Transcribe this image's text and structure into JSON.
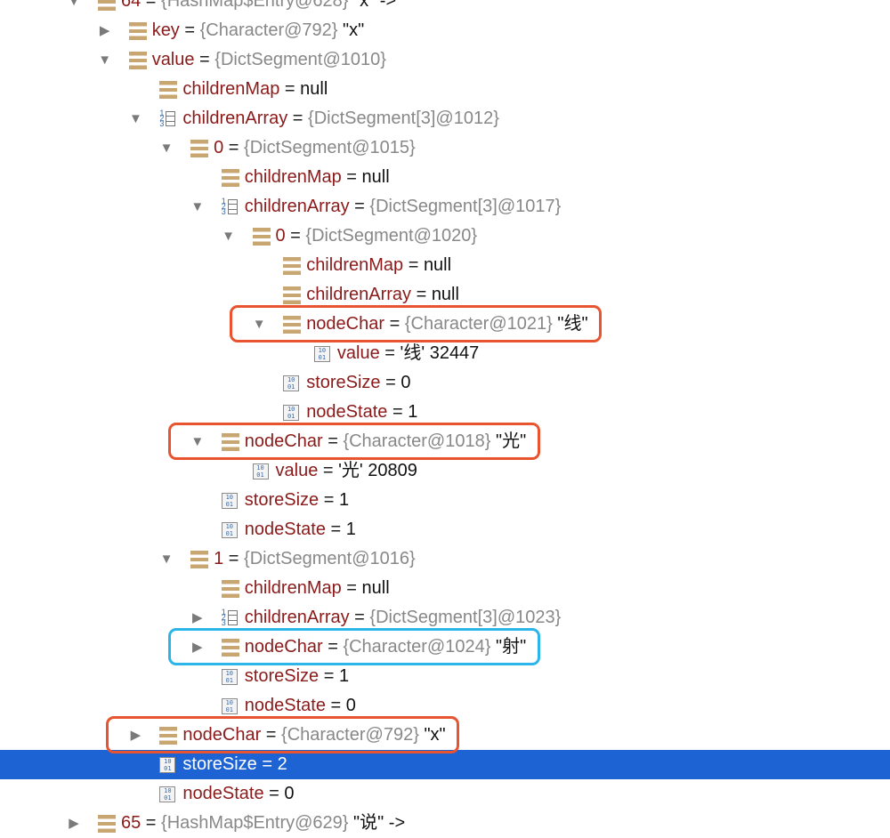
{
  "colors": {
    "highlight_red": "#e8542f",
    "highlight_blue": "#2bb5e8",
    "selection": "#1d63d3"
  },
  "rows": [
    {
      "level": 0,
      "state": "expanded",
      "icon": "object",
      "name": "64",
      "ref": "{HashMap$Entry@628}",
      "str": "\"x\" ->"
    },
    {
      "level": 1,
      "state": "collapsed",
      "icon": "object",
      "name": "key",
      "ref": "{Character@792}",
      "str": "\"x\""
    },
    {
      "level": 1,
      "state": "expanded",
      "icon": "object",
      "name": "value",
      "ref": "{DictSegment@1010}",
      "str": ""
    },
    {
      "level": 2,
      "state": "leaf",
      "icon": "object",
      "name": "childrenMap",
      "ref": "",
      "str": "null"
    },
    {
      "level": 2,
      "state": "expanded",
      "icon": "array",
      "name": "childrenArray",
      "ref": "{DictSegment[3]@1012}",
      "str": ""
    },
    {
      "level": 3,
      "state": "expanded",
      "icon": "object",
      "name": "0",
      "ref": "{DictSegment@1015}",
      "str": ""
    },
    {
      "level": 4,
      "state": "leaf",
      "icon": "object",
      "name": "childrenMap",
      "ref": "",
      "str": "null"
    },
    {
      "level": 4,
      "state": "expanded",
      "icon": "array",
      "name": "childrenArray",
      "ref": "{DictSegment[3]@1017}",
      "str": ""
    },
    {
      "level": 5,
      "state": "expanded",
      "icon": "object",
      "name": "0",
      "ref": "{DictSegment@1020}",
      "str": ""
    },
    {
      "level": 6,
      "state": "leaf",
      "icon": "object",
      "name": "childrenMap",
      "ref": "",
      "str": "null"
    },
    {
      "level": 6,
      "state": "leaf",
      "icon": "object",
      "name": "childrenArray",
      "ref": "",
      "str": "null"
    },
    {
      "level": 6,
      "state": "expanded",
      "icon": "object",
      "name": "nodeChar",
      "ref": "{Character@1021}",
      "str": "\"线\"",
      "highlight": "red"
    },
    {
      "level": 7,
      "state": "leaf",
      "icon": "primitive",
      "name": "value",
      "ref": "",
      "str": "'线' 32447"
    },
    {
      "level": 6,
      "state": "leaf",
      "icon": "primitive",
      "name": "storeSize",
      "ref": "",
      "str": "0"
    },
    {
      "level": 6,
      "state": "leaf",
      "icon": "primitive",
      "name": "nodeState",
      "ref": "",
      "str": "1"
    },
    {
      "level": 4,
      "state": "expanded",
      "icon": "object",
      "name": "nodeChar",
      "ref": "{Character@1018}",
      "str": "\"光\"",
      "highlight": "red"
    },
    {
      "level": 5,
      "state": "leaf",
      "icon": "primitive",
      "name": "value",
      "ref": "",
      "str": "'光' 20809"
    },
    {
      "level": 4,
      "state": "leaf",
      "icon": "primitive",
      "name": "storeSize",
      "ref": "",
      "str": "1"
    },
    {
      "level": 4,
      "state": "leaf",
      "icon": "primitive",
      "name": "nodeState",
      "ref": "",
      "str": "1"
    },
    {
      "level": 3,
      "state": "expanded",
      "icon": "object",
      "name": "1",
      "ref": "{DictSegment@1016}",
      "str": ""
    },
    {
      "level": 4,
      "state": "leaf",
      "icon": "object",
      "name": "childrenMap",
      "ref": "",
      "str": "null"
    },
    {
      "level": 4,
      "state": "collapsed",
      "icon": "array",
      "name": "childrenArray",
      "ref": "{DictSegment[3]@1023}",
      "str": ""
    },
    {
      "level": 4,
      "state": "collapsed",
      "icon": "object",
      "name": "nodeChar",
      "ref": "{Character@1024}",
      "str": "\"射\"",
      "highlight": "blue"
    },
    {
      "level": 4,
      "state": "leaf",
      "icon": "primitive",
      "name": "storeSize",
      "ref": "",
      "str": "1"
    },
    {
      "level": 4,
      "state": "leaf",
      "icon": "primitive",
      "name": "nodeState",
      "ref": "",
      "str": "0"
    },
    {
      "level": 2,
      "state": "collapsed",
      "icon": "object",
      "name": "nodeChar",
      "ref": "{Character@792}",
      "str": "\"x\"",
      "highlight": "red"
    },
    {
      "level": 2,
      "state": "leaf",
      "icon": "primitive",
      "name": "storeSize",
      "ref": "",
      "str": "2",
      "selected": true
    },
    {
      "level": 2,
      "state": "leaf",
      "icon": "primitive",
      "name": "nodeState",
      "ref": "",
      "str": "0"
    },
    {
      "level": 0,
      "state": "collapsed",
      "icon": "object",
      "name": "65",
      "ref": "{HashMap$Entry@629}",
      "str": "\"说\" ->"
    }
  ]
}
